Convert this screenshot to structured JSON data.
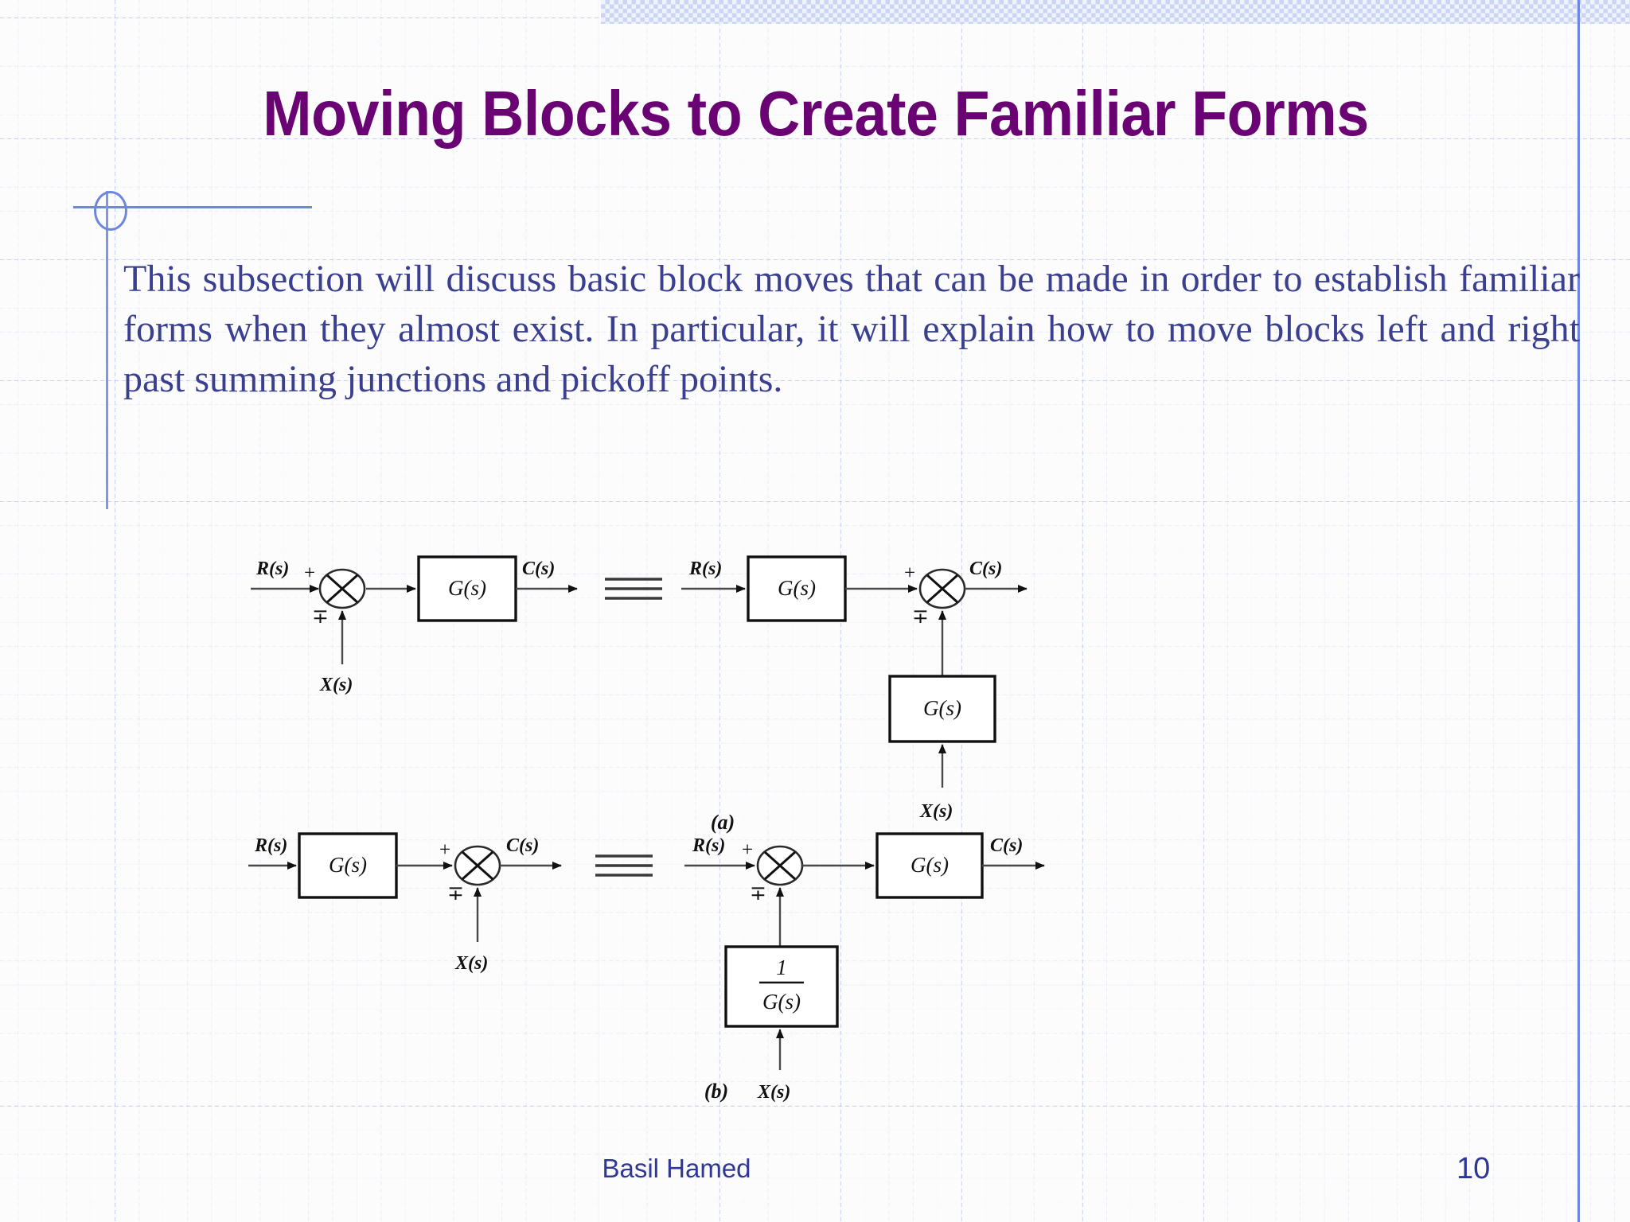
{
  "slide": {
    "title": "Moving Blocks to Create Familiar Forms",
    "body": "This subsection will discuss basic block moves that can be made in order to establish familiar forms when they almost exist. In particular, it will explain how to move blocks left and right past summing junctions and pickoff points.",
    "footer_name": "Basil Hamed",
    "page_number": "10",
    "colors": {
      "title": "#6a0273",
      "body_text": "#3a3f8f",
      "accent_line": "#6d86e0",
      "footer": "#2f3794",
      "diagram_ink": "#1a1a1a"
    }
  },
  "figure": {
    "equivalence_symbol": "≡",
    "caption_a": "(a)",
    "caption_b": "(b)",
    "diagram_a": {
      "left": {
        "input_label": "R(s)",
        "sum_sign_top": "+",
        "sum_sign_bottom": "∓",
        "block_label": "G(s)",
        "output_label": "C(s)",
        "injected_label": "X(s)"
      },
      "right": {
        "input_label": "R(s)",
        "block_label": "G(s)",
        "sum_sign_top": "+",
        "sum_sign_bottom": "∓",
        "output_label": "C(s)",
        "feedback_block_label": "G(s)",
        "injected_label": "X(s)"
      }
    },
    "diagram_b": {
      "left": {
        "input_label": "R(s)",
        "block_label": "G(s)",
        "sum_sign_top": "+",
        "sum_sign_bottom": "∓",
        "output_label": "C(s)",
        "injected_label": "X(s)"
      },
      "right": {
        "input_label": "R(s)",
        "sum_sign_top": "+",
        "sum_sign_bottom": "∓",
        "block_label": "G(s)",
        "output_label": "C(s)",
        "inverse_block_numerator": "1",
        "inverse_block_denominator": "G(s)",
        "injected_label": "X(s)"
      }
    }
  }
}
